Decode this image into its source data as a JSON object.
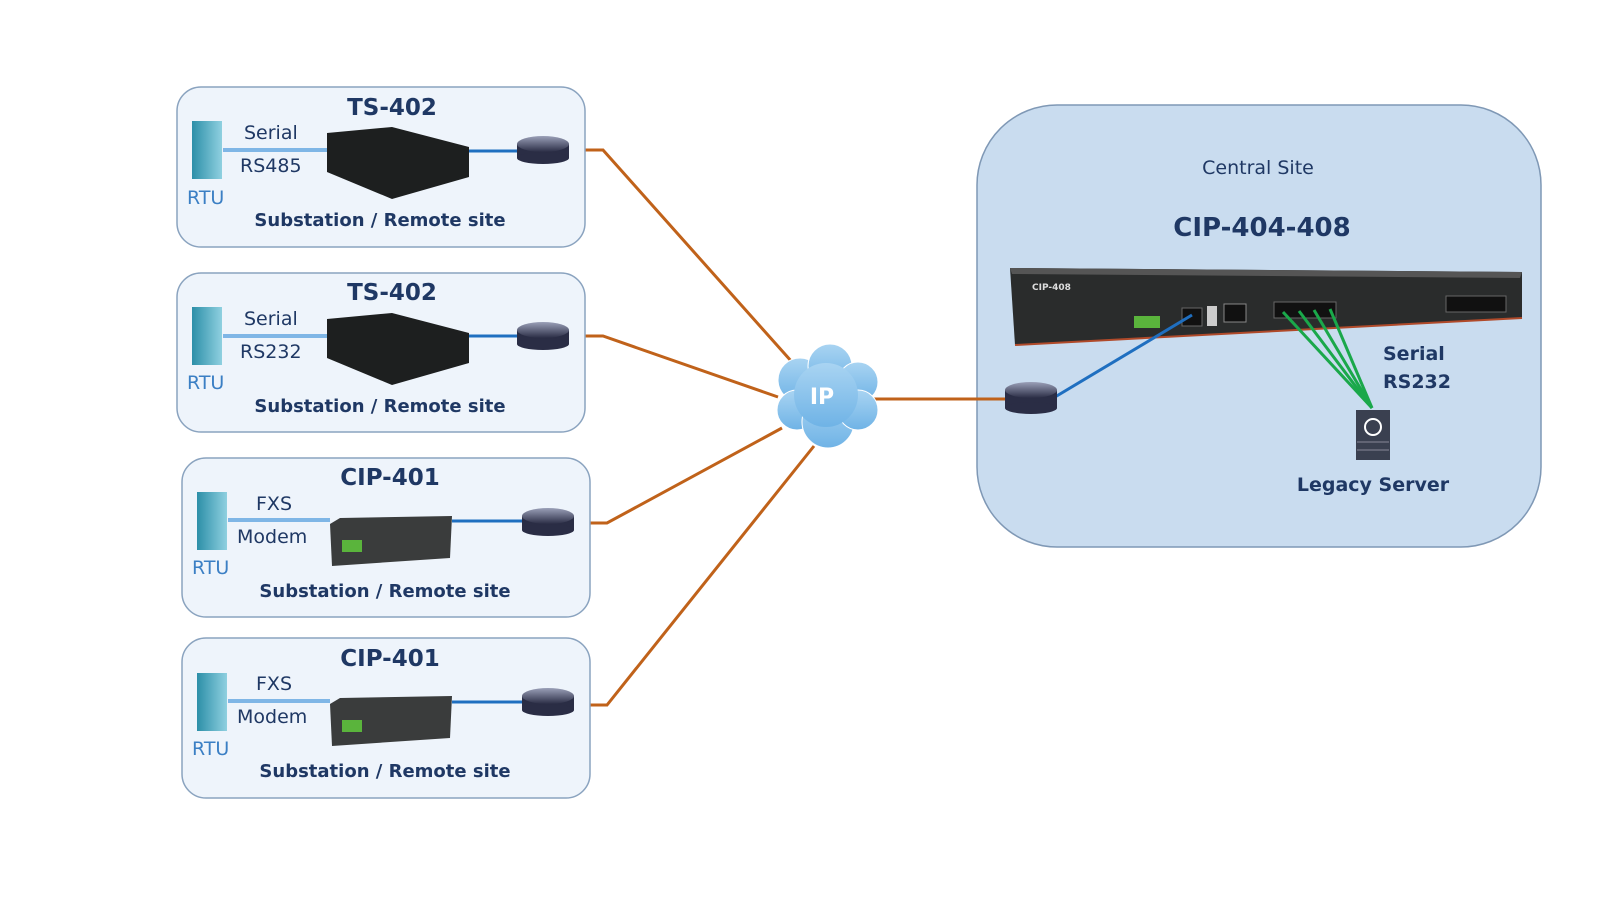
{
  "remote_sites": [
    {
      "device": "TS-402",
      "link_line1": "Serial",
      "link_line2": "RS485",
      "endpoint": "RTU",
      "site": "Substation / Remote site"
    },
    {
      "device": "TS-402",
      "link_line1": "Serial",
      "link_line2": "RS232",
      "endpoint": "RTU",
      "site": "Substation / Remote site"
    },
    {
      "device": "CIP-401",
      "link_line1": "FXS",
      "link_line2": "Modem",
      "endpoint": "RTU",
      "site": "Substation / Remote site"
    },
    {
      "device": "CIP-401",
      "link_line1": "FXS",
      "link_line2": "Modem",
      "endpoint": "RTU",
      "site": "Substation / Remote site"
    }
  ],
  "network": {
    "label": "IP"
  },
  "central": {
    "site": "Central Site",
    "device": "CIP-404-408",
    "panel_label": "CIP-408",
    "link_line1": "Serial",
    "link_line2": "RS232",
    "server": "Legacy Server"
  },
  "colors": {
    "panel_fill": "#eef4fb",
    "central_fill": "#c9dcef",
    "wan_link": "#c0621a",
    "lan_link": "#1f6fc0",
    "serial_link": "#1aa84a",
    "text": "#1f3864"
  }
}
